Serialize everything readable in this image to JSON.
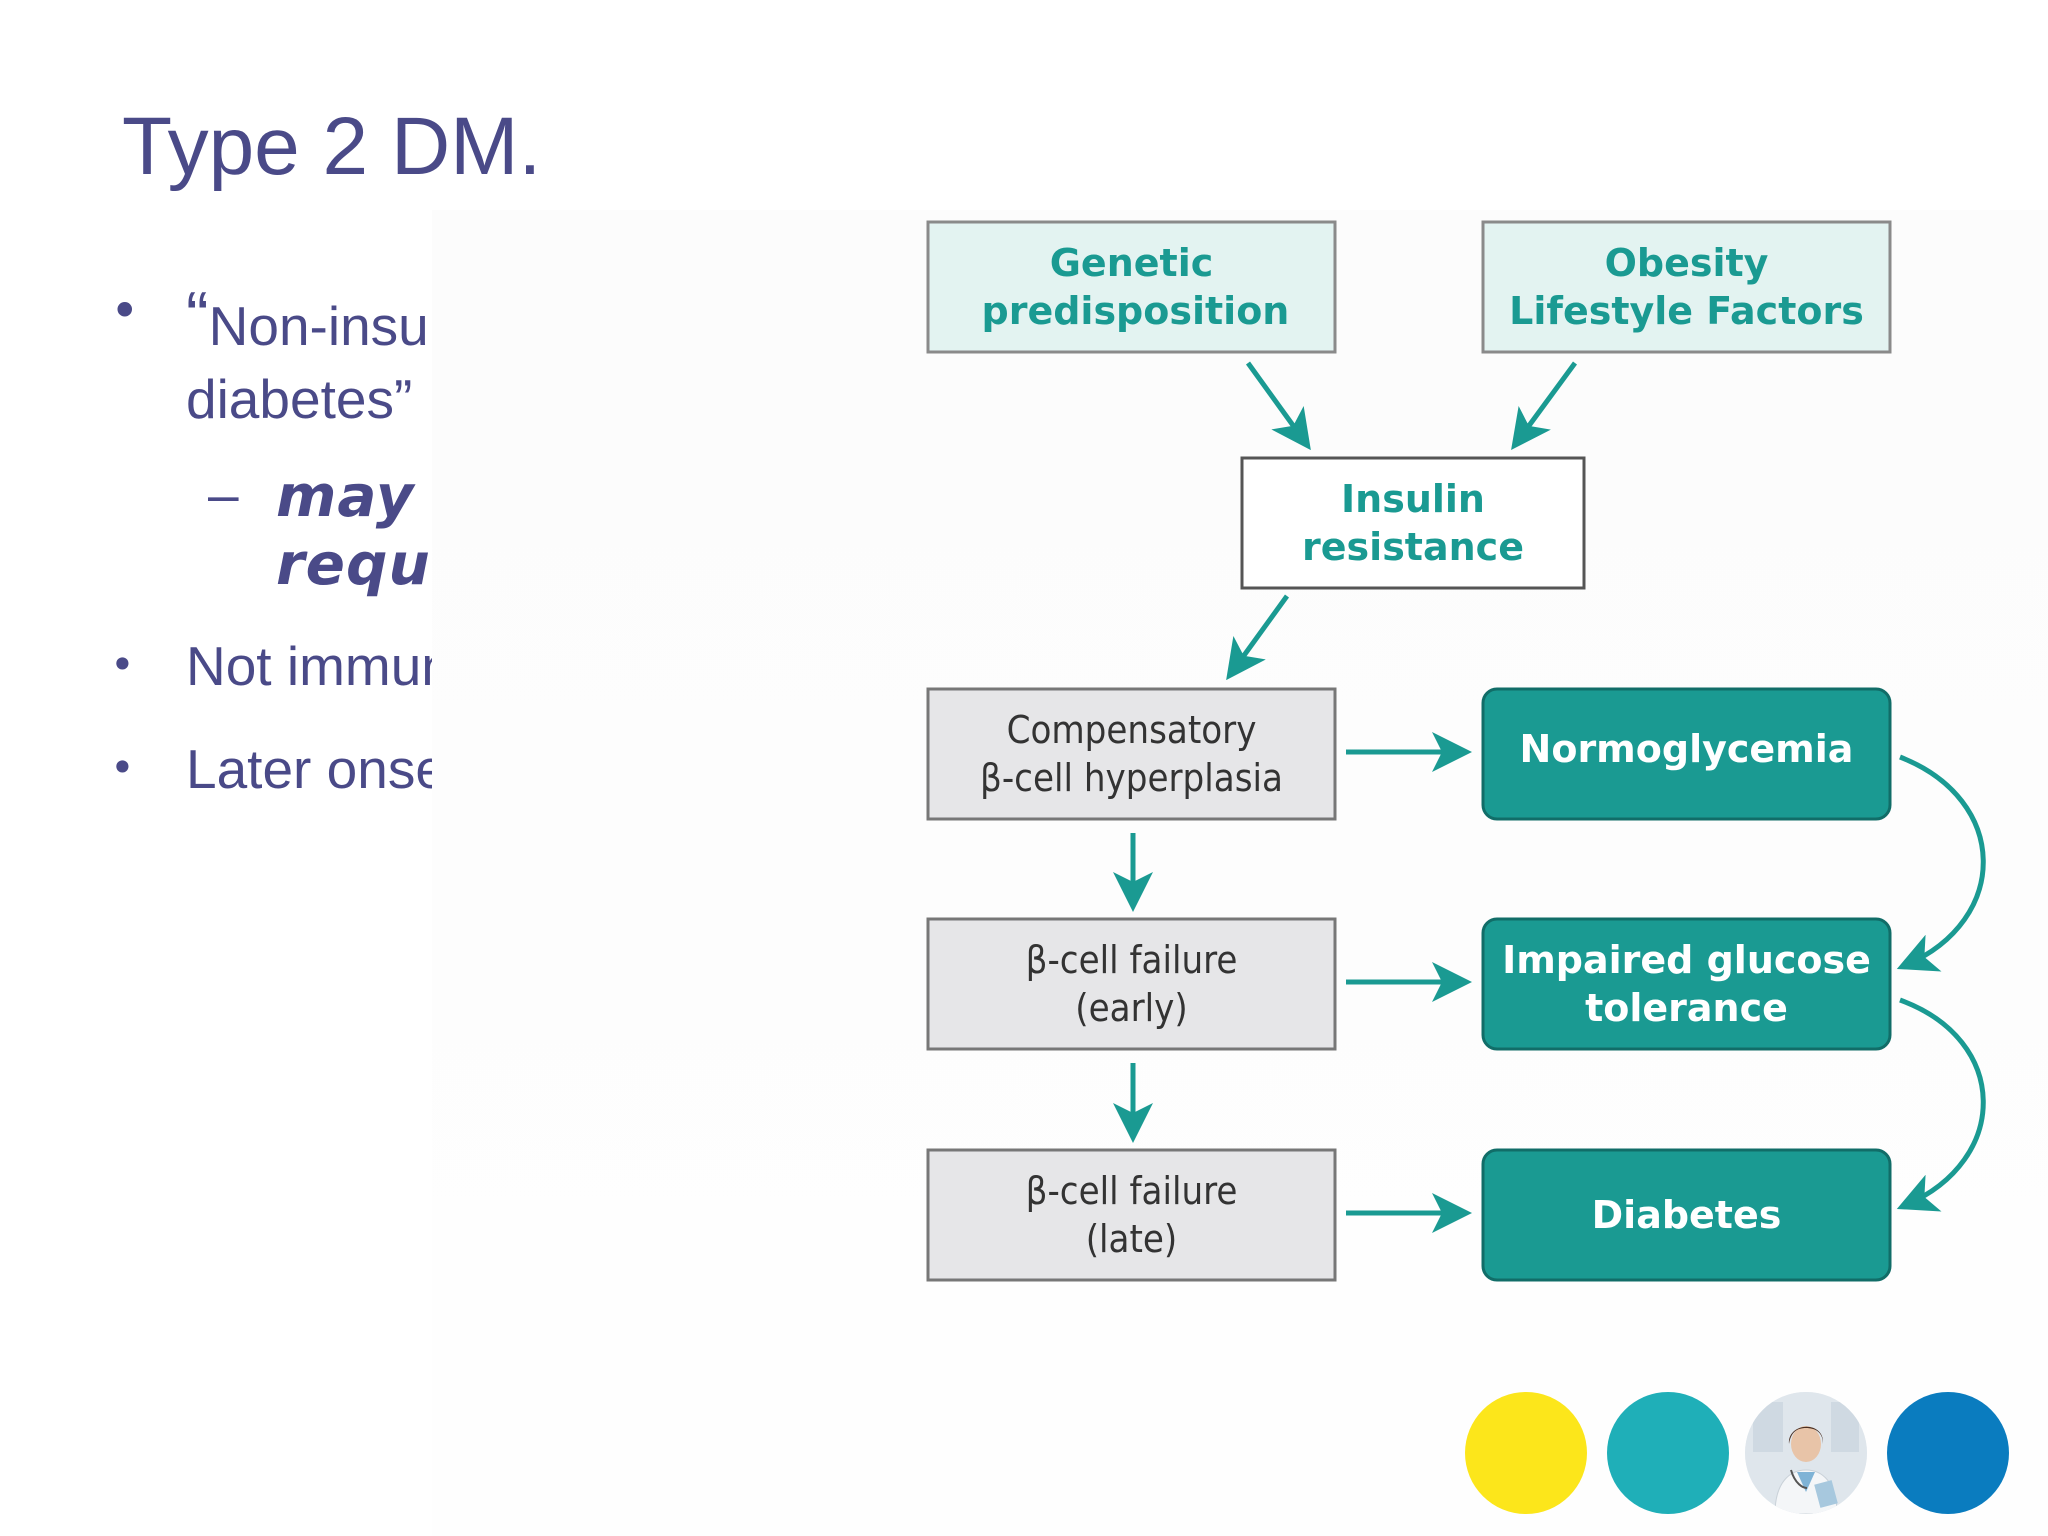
{
  "slide": {
    "title": "Type 2 DM."
  },
  "bullets": [
    {
      "quote_open": "“",
      "text": "Non-insulin dependent diabetes”",
      "sub": {
        "dash": "–",
        "text": "may eventually require insulin"
      }
    },
    {
      "text": "Not immune mediated"
    },
    {
      "text": "Later onset"
    }
  ],
  "diagram": {
    "genetic": "Genetic predisposition",
    "obesity_line1": "Obesity",
    "obesity_line2": "Lifestyle Factors",
    "insulin_resistance": "Insulin resistance",
    "compensatory_line1": "Compensatory",
    "compensatory_line2": "β-cell hyperplasia",
    "failure_early_line1": "β-cell failure",
    "failure_early_line2": "(early)",
    "failure_late_line1": "β-cell failure",
    "failure_late_line2": "(late)",
    "normoglycemia": "Normoglycemia",
    "igt_line1": "Impaired glucose",
    "igt_line2": "tolerance",
    "diabetes": "Diabetes"
  },
  "colors": {
    "title": "#4a4a88",
    "teal": "#1a9a92",
    "light_teal_fill": "#e3f3f1",
    "gray_fill": "#e6e6e8",
    "circle_yellow": "#fce61b",
    "circle_teal": "#1fafb8",
    "circle_blue": "#0a7cbf"
  },
  "decorations": [
    "yellow-circle",
    "teal-circle",
    "doctor-photo",
    "blue-circle"
  ]
}
